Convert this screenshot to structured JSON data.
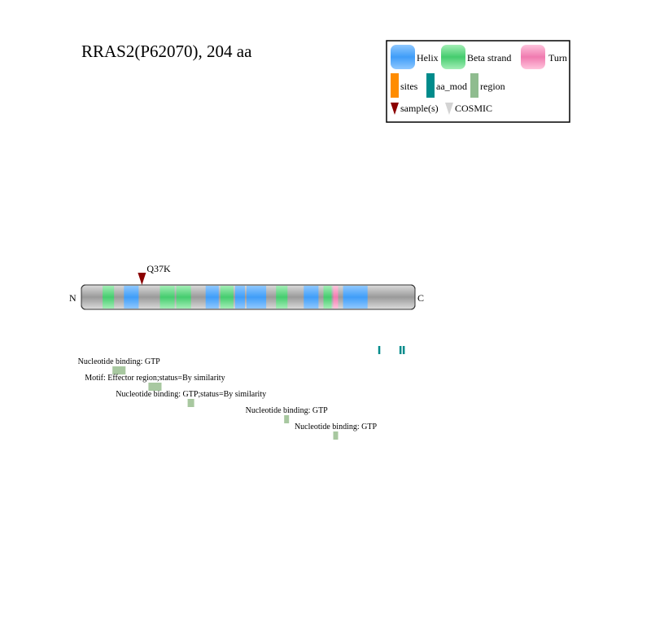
{
  "title": "RRAS2(P62070), 204 aa",
  "protein": {
    "length": 204,
    "n_label": "N",
    "c_label": "C"
  },
  "legend": {
    "items": [
      {
        "key": "helix",
        "label": "Helix",
        "color": "#3f9df8"
      },
      {
        "key": "beta",
        "label": "Beta strand",
        "color": "#45cc6e"
      },
      {
        "key": "turn",
        "label": "Turn",
        "color": "#f07bb0"
      },
      {
        "key": "sites",
        "label": "sites",
        "color": "#ff8c00"
      },
      {
        "key": "aa_mod",
        "label": "aa_mod",
        "color": "#008b8b"
      },
      {
        "key": "region",
        "label": "region",
        "color": "#8fbc8f"
      },
      {
        "key": "samples",
        "label": "sample(s)",
        "color": "#8b0000"
      },
      {
        "key": "cosmic",
        "label": "COSMIC",
        "color": "#d3d3d3"
      }
    ]
  },
  "secondary_structure": [
    {
      "type": "beta",
      "start": 13,
      "end": 20
    },
    {
      "type": "helix",
      "start": 26,
      "end": 35
    },
    {
      "type": "beta",
      "start": 48,
      "end": 57
    },
    {
      "type": "beta",
      "start": 58,
      "end": 67
    },
    {
      "type": "helix",
      "start": 76,
      "end": 84
    },
    {
      "type": "beta",
      "start": 85,
      "end": 93
    },
    {
      "type": "helix",
      "start": 94,
      "end": 100
    },
    {
      "type": "helix",
      "start": 101,
      "end": 113
    },
    {
      "type": "beta",
      "start": 119,
      "end": 126
    },
    {
      "type": "helix",
      "start": 136,
      "end": 145
    },
    {
      "type": "beta",
      "start": 148,
      "end": 153
    },
    {
      "type": "turn",
      "start": 154,
      "end": 157
    },
    {
      "type": "helix",
      "start": 160,
      "end": 175
    }
  ],
  "mutations": [
    {
      "label": "Q37K",
      "position": 37,
      "source": "sample(s)"
    }
  ],
  "aa_mod": [
    {
      "position": 182
    },
    {
      "position": 195
    },
    {
      "position": 197
    }
  ],
  "regions": [
    {
      "label": "Nucleotide binding: GTP",
      "start": 19,
      "end": 27
    },
    {
      "label": "Motif: Effector region;status=By similarity",
      "start": 41,
      "end": 49
    },
    {
      "label": "Nucleotide binding: GTP;status=By similarity",
      "start": 65,
      "end": 69
    },
    {
      "label": "Nucleotide binding: GTP",
      "start": 124,
      "end": 127
    },
    {
      "label": "Nucleotide binding: GTP",
      "start": 154,
      "end": 156
    }
  ]
}
